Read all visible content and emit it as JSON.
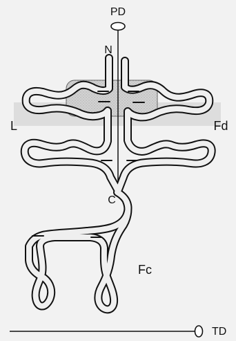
{
  "labels": {
    "pd": "PD",
    "n": "N",
    "c": "C",
    "l": "L",
    "fd": "Fd",
    "fc": "Fc",
    "td": "TD"
  },
  "colors": {
    "ink": "#111111",
    "ribbon_fill": "#eeeeee",
    "shade": "#d7d7d7",
    "background": "#f2f2f2"
  }
}
